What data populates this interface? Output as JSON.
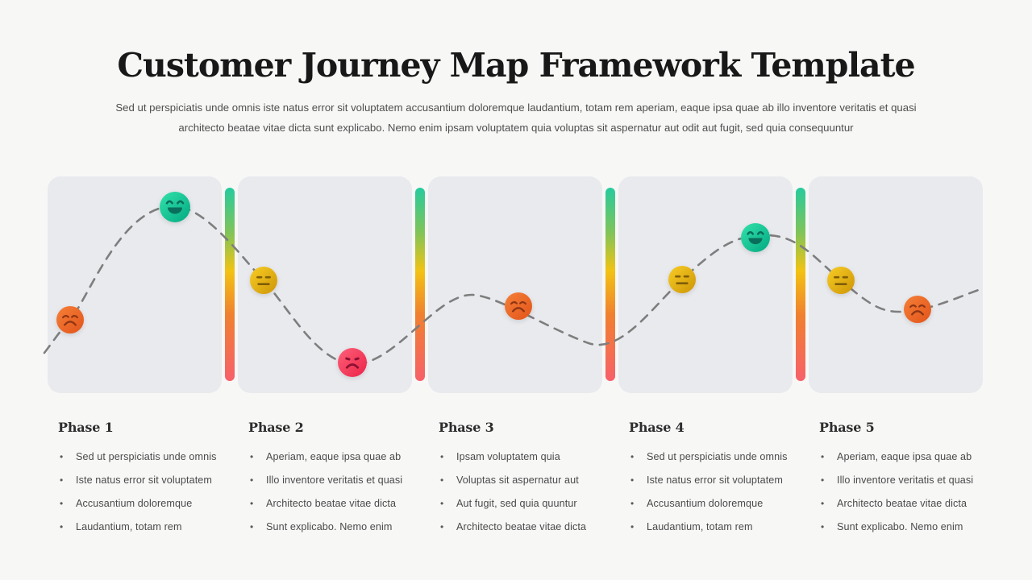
{
  "slide": {
    "title": "Customer Journey Map Framework Template",
    "subtitle_line1": "Sed ut perspiciatis unde omnis iste natus error sit voluptatem accusantium doloremque laudantium, totam rem aperiam, eaque ipsa quae ab illo inventore veritatis et quasi",
    "subtitle_line2": "architecto beatae vitae dicta sunt explicabo. Nemo enim ipsam voluptatem quia voluptas sit aspernatur aut odit aut fugit, sed quia consequuntur"
  },
  "journey": {
    "type": "emotion-curve",
    "curve_color": "#7e7e7e",
    "panel_color": "#e9eaee",
    "scale_gradient": [
      "#26cb9e",
      "#84c456",
      "#f2c313",
      "#f08030",
      "#f7606a"
    ],
    "mood_colors": {
      "happy": "#0fbf92",
      "neutral": "#e7ae14",
      "annoyed": "#ec6526",
      "sad": "#f43f5f"
    },
    "points": [
      {
        "phase": 1,
        "mood": "annoyed",
        "level": "low"
      },
      {
        "phase": 1,
        "mood": "happy",
        "level": "high"
      },
      {
        "phase": 2,
        "mood": "neutral",
        "level": "mid"
      },
      {
        "phase": 2,
        "mood": "sad",
        "level": "low"
      },
      {
        "phase": 3,
        "mood": "annoyed",
        "level": "mid-low"
      },
      {
        "phase": 4,
        "mood": "neutral",
        "level": "mid"
      },
      {
        "phase": 4,
        "mood": "happy",
        "level": "high"
      },
      {
        "phase": 5,
        "mood": "neutral",
        "level": "mid"
      },
      {
        "phase": 5,
        "mood": "annoyed",
        "level": "mid-low"
      }
    ]
  },
  "phases": [
    {
      "title": "Phase 1",
      "bullets": [
        "Sed ut perspiciatis unde omnis",
        "Iste natus error sit voluptatem",
        "Accusantium doloremque",
        "Laudantium, totam rem"
      ]
    },
    {
      "title": "Phase 2",
      "bullets": [
        "Aperiam, eaque ipsa quae ab",
        "Illo inventore veritatis et quasi",
        "Architecto beatae vitae dicta",
        "Sunt explicabo. Nemo enim"
      ]
    },
    {
      "title": "Phase 3",
      "bullets": [
        "Ipsam voluptatem quia",
        "Voluptas sit aspernatur aut",
        "Aut fugit, sed quia quuntur",
        "Architecto beatae vitae dicta"
      ]
    },
    {
      "title": "Phase 4",
      "bullets": [
        "Sed ut perspiciatis unde omnis",
        "Iste natus error sit voluptatem",
        "Accusantium doloremque",
        "Laudantium, totam rem"
      ]
    },
    {
      "title": "Phase 5",
      "bullets": [
        "Aperiam, eaque ipsa quae ab",
        "Illo inventore veritatis et quasi",
        "Architecto beatae vitae dicta",
        "Sunt explicabo. Nemo enim"
      ]
    }
  ]
}
